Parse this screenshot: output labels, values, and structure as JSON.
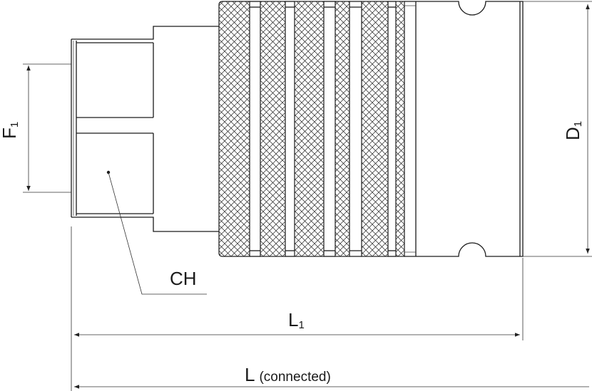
{
  "labels": {
    "f": "F",
    "f_sub": "1",
    "d": "D",
    "d_sub": "1",
    "ch": "CH",
    "l1": "L",
    "l1_sub": "1",
    "l": "L",
    "l_note": "(connected)"
  }
}
